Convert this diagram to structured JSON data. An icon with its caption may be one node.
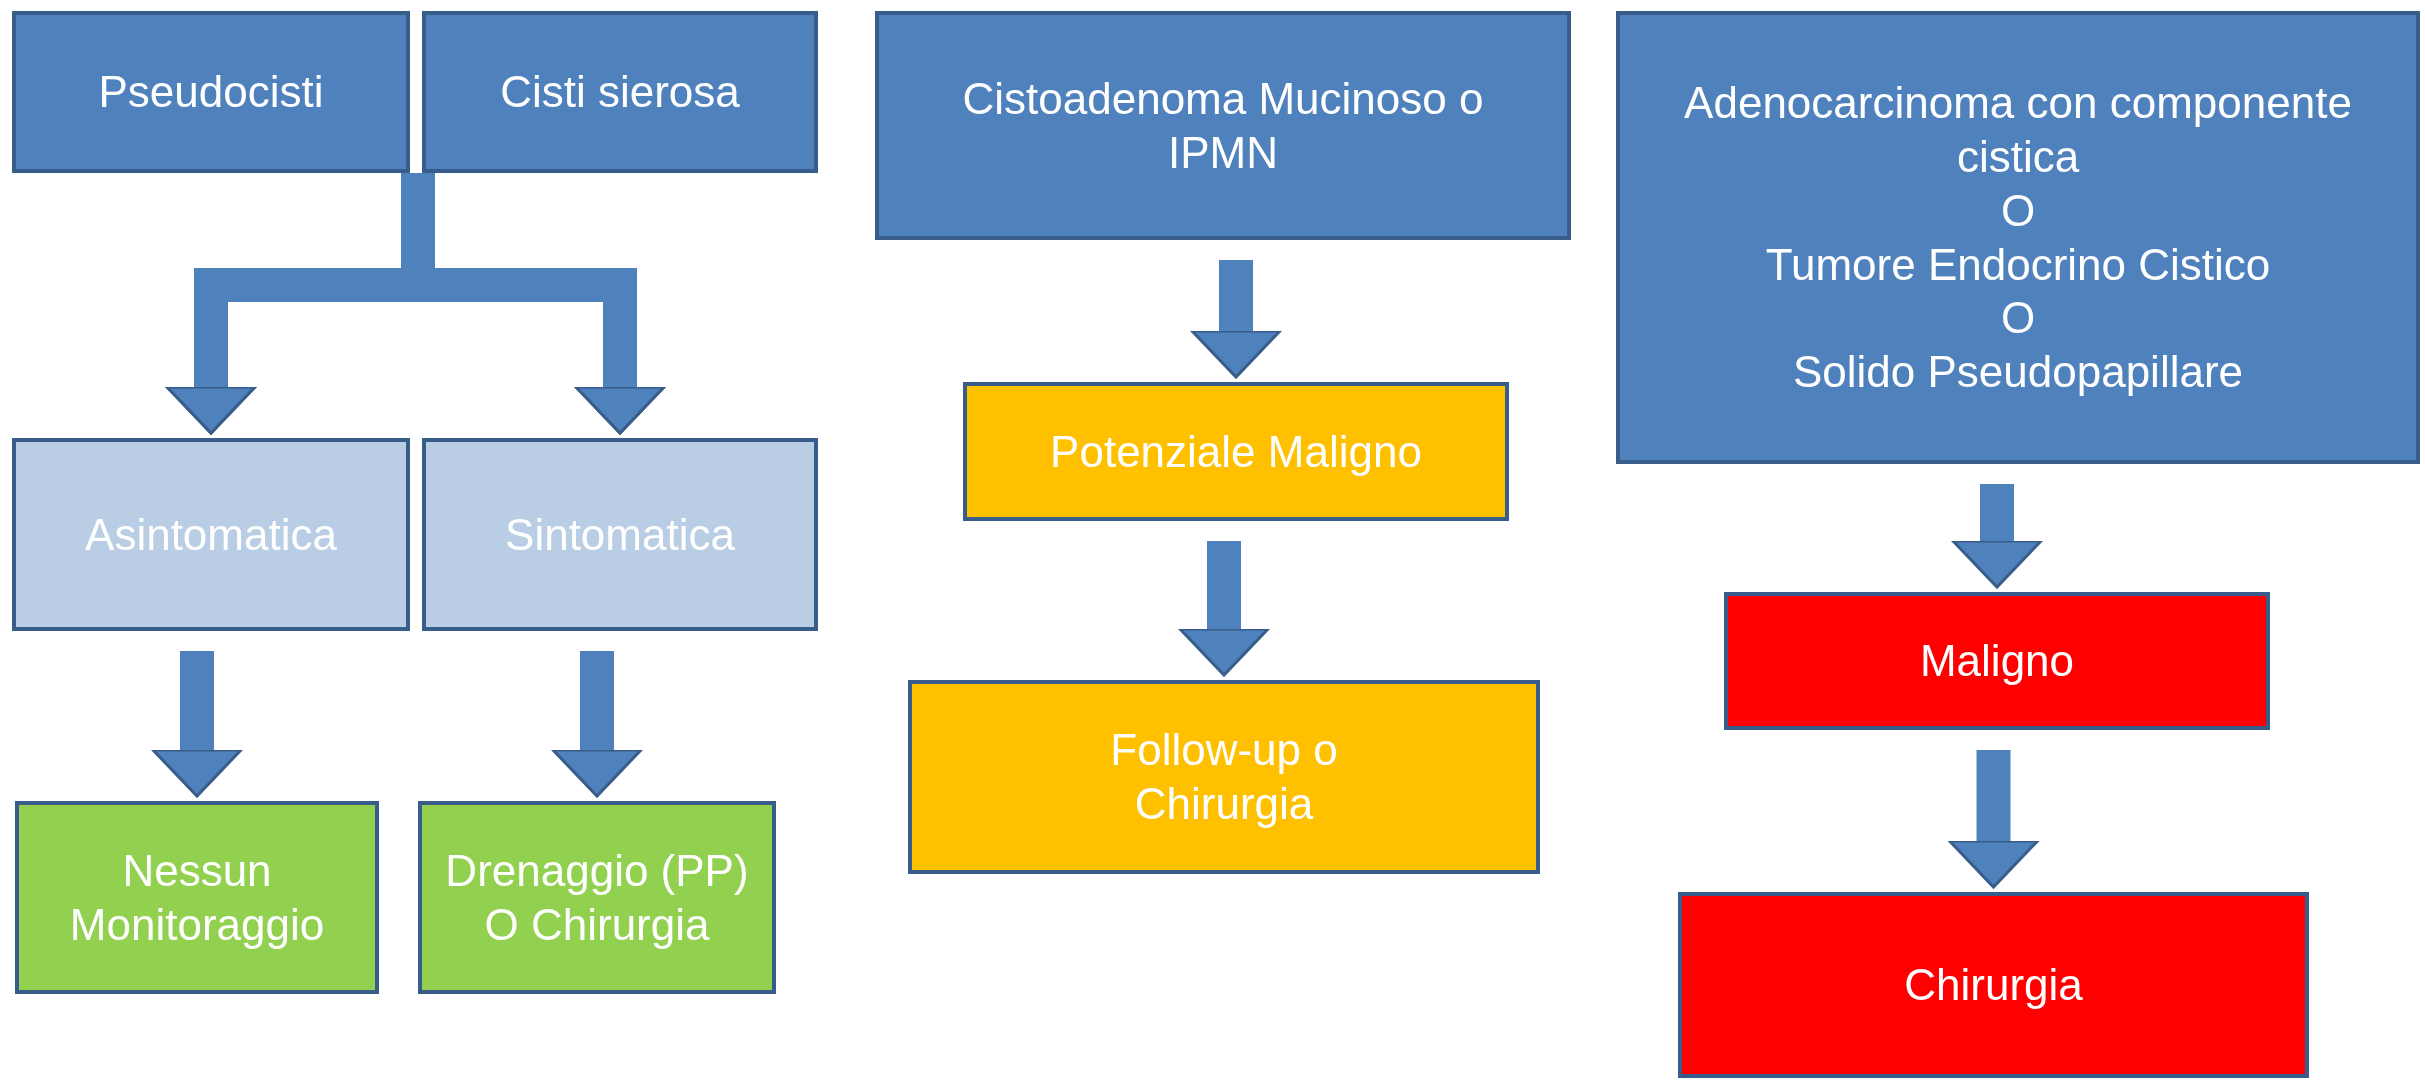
{
  "diagram": {
    "nodes": [
      {
        "text": [
          "Pseudocisti"
        ]
      },
      {
        "text": [
          "Cisti sierosa"
        ]
      },
      {
        "text": [
          "Asintomatica"
        ]
      },
      {
        "text": [
          "Sintomatica"
        ]
      },
      {
        "text": [
          "Nessun Monitoraggio"
        ]
      },
      {
        "text": [
          "Drenaggio (PP) O Chirurgia"
        ]
      },
      {
        "text": [
          "Cistoadenoma Mucinoso o IPMN"
        ]
      },
      {
        "text": [
          "Potenziale Maligno"
        ]
      },
      {
        "text": [
          "Follow-up o Chirurgia"
        ]
      },
      {
        "text": [
          "Adenocarcinoma con componente cistica",
          "O",
          "Tumore Endocrino Cistico",
          "O",
          "Solido Pseudopapillare"
        ]
      },
      {
        "text": [
          "Maligno"
        ]
      },
      {
        "text": [
          "Chirurgia"
        ]
      }
    ],
    "edges": [
      {
        "from": 0,
        "to": 2,
        "arrow": "to"
      },
      {
        "from": 0,
        "to": 3,
        "arrow": "to"
      },
      {
        "from": 1,
        "to": 2,
        "arrow": "to"
      },
      {
        "from": 1,
        "to": 3,
        "arrow": "to"
      },
      {
        "from": 2,
        "to": 4,
        "arrow": "to"
      },
      {
        "from": 3,
        "to": 5,
        "arrow": "to"
      },
      {
        "from": 6,
        "to": 7,
        "arrow": "to"
      },
      {
        "from": 7,
        "to": 8,
        "arrow": "to"
      },
      {
        "from": 9,
        "to": 10,
        "arrow": "to"
      },
      {
        "from": 10,
        "to": 11,
        "arrow": "to"
      }
    ]
  }
}
